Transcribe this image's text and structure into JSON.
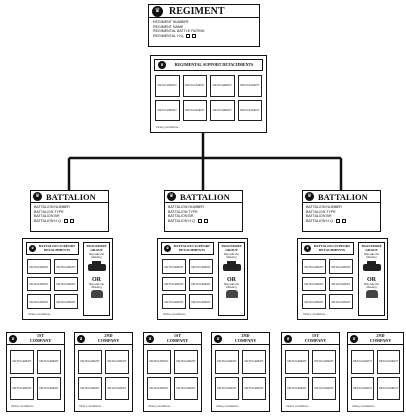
{
  "regiment": {
    "title": "REGIMENT",
    "fields": [
      "REGIMENT NUMBER",
      "REGIMENT NAME",
      "REGIMENTAL BATTLE RATING",
      "REGIMENTAL H.Q."
    ],
    "support": {
      "title": "REGIMENTAL SUPPORT DETACHMENTS",
      "slot_label": "DETACHMENT",
      "footer": "Victory conditions..."
    }
  },
  "battalion": {
    "title": "BATTALION",
    "fields": [
      "BATTALION NUMBER",
      "BATTALION TYPE",
      "BATTALION BR",
      "BATTALION H.Q."
    ],
    "support_title": "BATTALION SUPPORT DETACHMENTS",
    "slot_label": "DETACHMENT",
    "transport_title": "Transport Group",
    "transport_text": "May take the following",
    "or_text": "OR",
    "footer": "Victory conditions..."
  },
  "companies": [
    {
      "number": "1st",
      "title": "COMPANY"
    },
    {
      "number": "2nd",
      "title": "COMPANY"
    }
  ],
  "company_slot_label": "DETACHMENT",
  "company_footer": "Victory conditions..."
}
